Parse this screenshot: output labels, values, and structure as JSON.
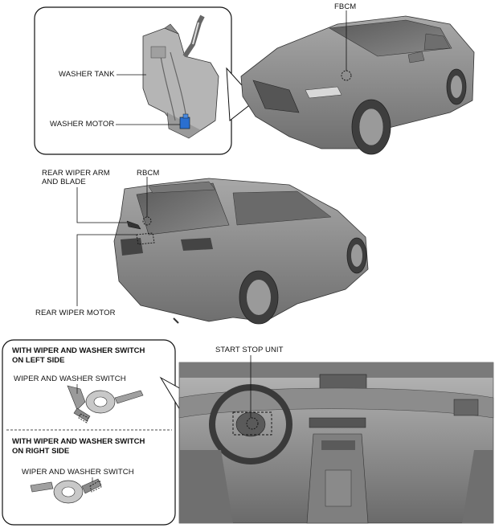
{
  "labels": {
    "fbcm": "FBCM",
    "washer_tank": "WASHER TANK",
    "washer_motor": "WASHER MOTOR",
    "rear_wiper_arm_line1": "REAR WIPER ARM",
    "rear_wiper_arm_line2": "AND BLADE",
    "rbcm": "RBCM",
    "rear_wiper_motor": "REAR WIPER MOTOR",
    "start_stop_unit": "START STOP UNIT"
  },
  "legend": {
    "left_side_title_line1": "WITH WIPER AND WASHER SWITCH",
    "left_side_title_line2": "ON LEFT SIDE",
    "left_side_switch": "WIPER AND WASHER SWITCH",
    "right_side_title_line1": "WITH WIPER AND WASHER SWITCH",
    "right_side_title_line2": "ON RIGHT SIDE",
    "right_side_switch": "WIPER AND WASHER SWITCH"
  },
  "colors": {
    "outline": "#111111",
    "car_body": "#8e8e8e",
    "interior": "#9a9a9a",
    "accent_motor": "#2a6fd0"
  }
}
